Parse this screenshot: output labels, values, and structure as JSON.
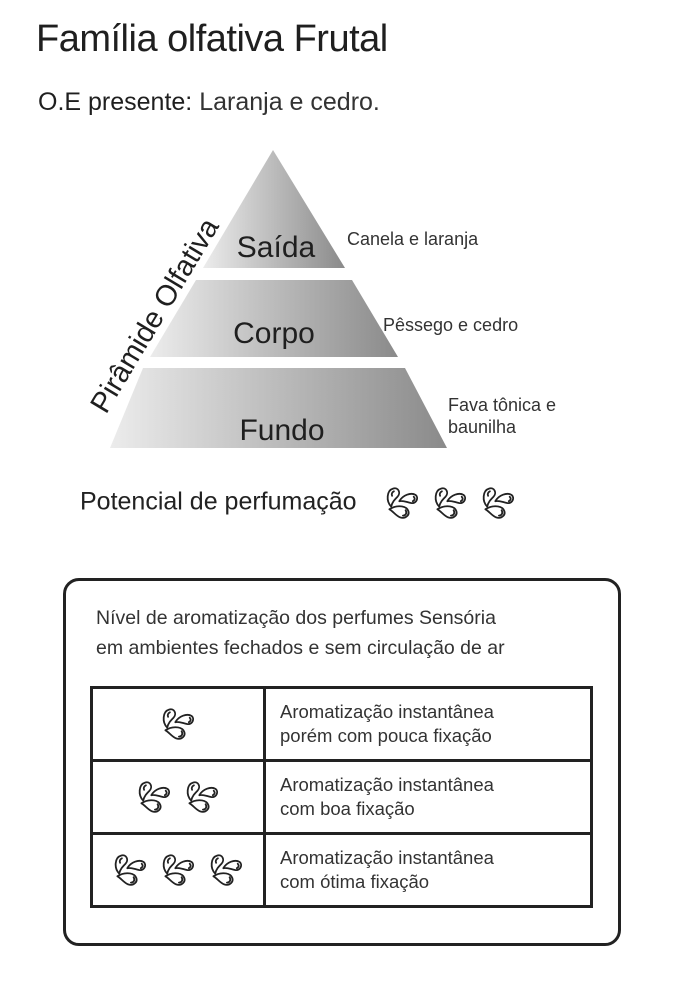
{
  "title": "Família olfativa Frutal",
  "oe": {
    "label": "O.E presente:",
    "value": " Laranja e cedro."
  },
  "pyramid": {
    "side_label": "Pirâmide Olfativa",
    "tiers": [
      {
        "name": "Saída",
        "notes": [
          "Canela e laranja"
        ]
      },
      {
        "name": "Corpo",
        "notes": [
          "Pêssego e cedro"
        ]
      },
      {
        "name": "Fundo",
        "notes": [
          "Fava tônica e",
          "baunilha"
        ]
      }
    ]
  },
  "potencial": {
    "label": "Potencial de perfumação",
    "level": 3,
    "max": 3
  },
  "legend": {
    "heading": [
      "Nível de aromatização dos perfumes Sensória",
      "em ambientes fechados e  sem circulação de ar"
    ],
    "rows": [
      {
        "level": 1,
        "lines": [
          "Aromatização instantânea",
          "porém com pouca fixação"
        ]
      },
      {
        "level": 2,
        "lines": [
          "Aromatização instantânea",
          "com boa fixação"
        ]
      },
      {
        "level": 3,
        "lines": [
          "Aromatização instantânea",
          "com ótima fixação"
        ]
      }
    ]
  },
  "icon": "aroma-drops-icon",
  "colors": {
    "text": "#1f1f1f",
    "pyramid_light": "#e6e6e6",
    "pyramid_dark": "#8c8c8c"
  }
}
